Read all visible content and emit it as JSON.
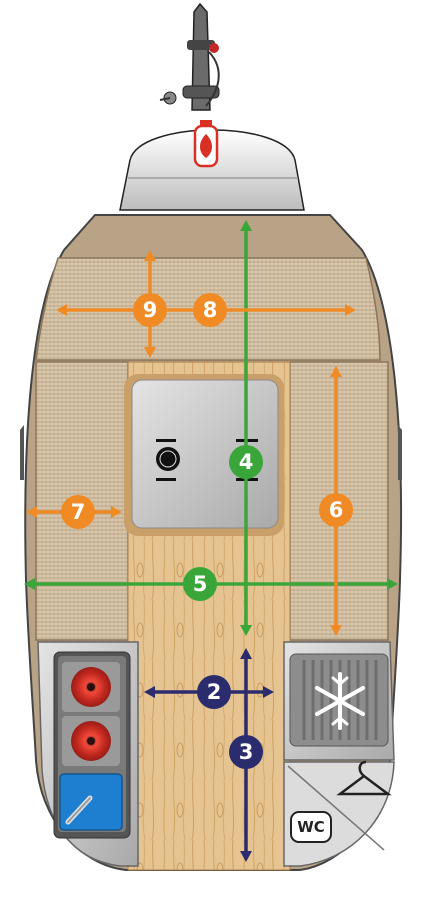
{
  "colors": {
    "orange": "#f08a24",
    "green": "#3aa63a",
    "navy": "#2b2c6e",
    "wood": "#e3c08e",
    "upholstery": "#d8c7ad",
    "shell": "#bfa98c",
    "steel": "#c8c8c8",
    "burner": "#e23a2a",
    "sink": "#1e7fd0",
    "gas_red": "#d93025"
  },
  "icons": {
    "gas": "gas-bottle-icon",
    "dining": "plate-cutlery-icon",
    "cooler": "snowflake-icon",
    "wardrobe": "clothes-hanger-icon",
    "toilet": "wc-icon"
  },
  "labels": {
    "toilet": "WC"
  },
  "dimensions": [
    {
      "id": "1",
      "label": "2",
      "color": "navy",
      "orientation": "horizontal"
    },
    {
      "id": "2",
      "label": "3",
      "color": "navy",
      "orientation": "vertical"
    },
    {
      "id": "3",
      "label": "4",
      "color": "green",
      "orientation": "vertical"
    },
    {
      "id": "4",
      "label": "5",
      "color": "green",
      "orientation": "horizontal"
    },
    {
      "id": "5",
      "label": "6",
      "color": "orange",
      "orientation": "vertical"
    },
    {
      "id": "6",
      "label": "7",
      "color": "orange",
      "orientation": "horizontal"
    },
    {
      "id": "7",
      "label": "8",
      "color": "orange",
      "orientation": "horizontal"
    },
    {
      "id": "8",
      "label": "9",
      "color": "orange",
      "orientation": "vertical"
    }
  ]
}
